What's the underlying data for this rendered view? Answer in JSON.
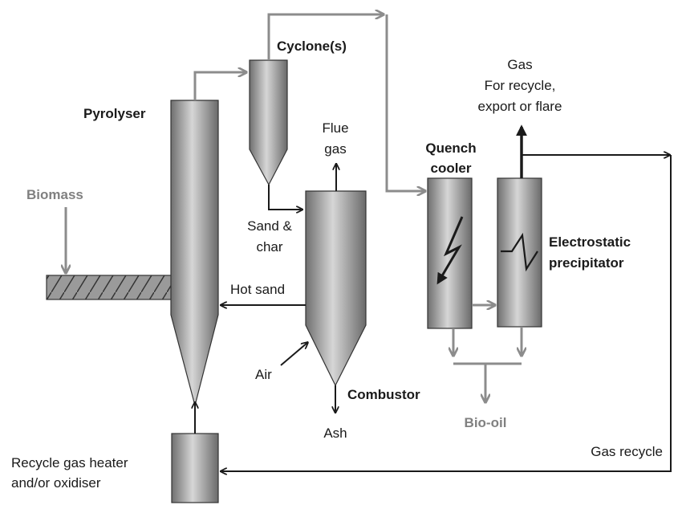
{
  "labels": {
    "cyclone": "Cyclone(s)",
    "gas_line1": "Gas",
    "gas_line2": "For recycle,",
    "gas_line3": "export or flare",
    "pyrolyser": "Pyrolyser",
    "flue_line1": "Flue",
    "flue_line2": "gas",
    "quench_line1": "Quench",
    "quench_line2": "cooler",
    "biomass": "Biomass",
    "sand_line1": "Sand &",
    "sand_line2": "char",
    "esp_line1": "Electrostatic",
    "esp_line2": "precipitator",
    "hot_sand": "Hot sand",
    "air": "Air",
    "combustor": "Combustor",
    "ash": "Ash",
    "bio_oil": "Bio-oil",
    "gas_recycle": "Gas recycle",
    "heater_line1": "Recycle gas heater",
    "heater_line2": "and/or oxidiser"
  },
  "colors": {
    "black_stream": "#1a1a1a",
    "grey_stream": "#8c8c8c",
    "grey_label": "#808080"
  }
}
